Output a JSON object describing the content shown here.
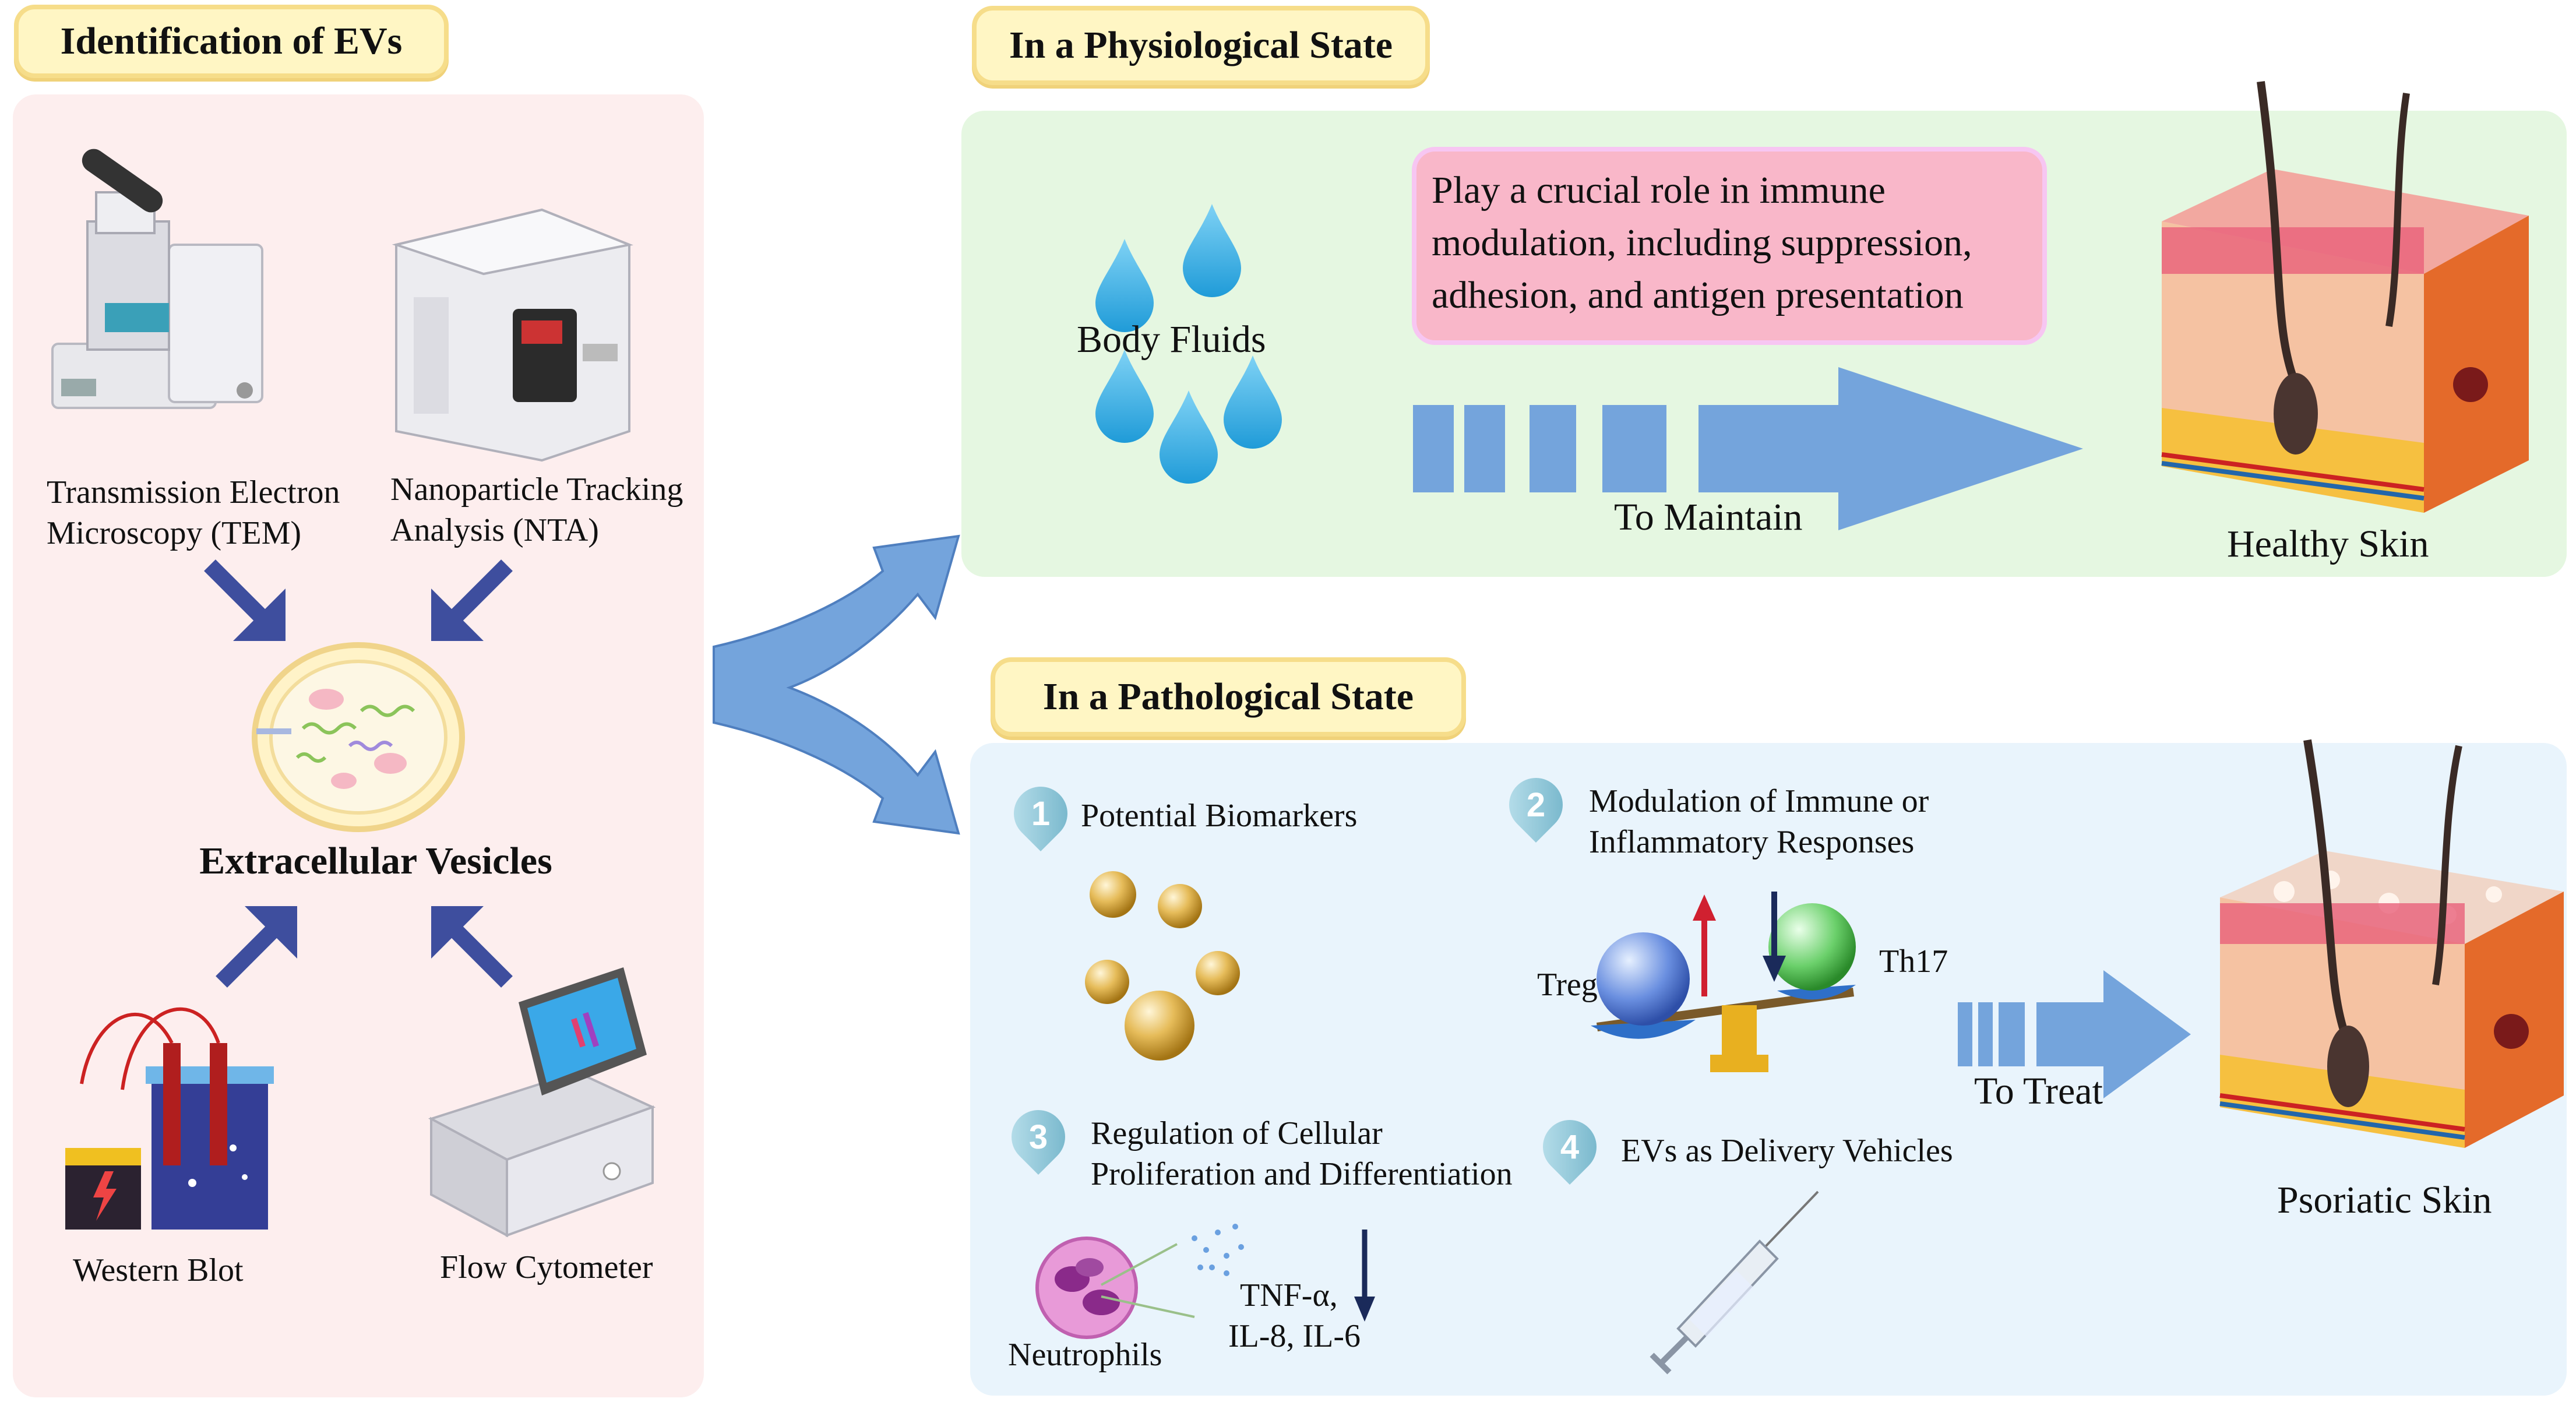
{
  "left": {
    "tag": "Identification of EVs",
    "methods": [
      {
        "line1": "Transmission Electron",
        "line2": "Microscopy (TEM)"
      },
      {
        "line1": "Nanoparticle Tracking",
        "line2": "Analysis (NTA)"
      },
      {
        "line1": "Western Blot"
      },
      {
        "line1": "Flow Cytometer"
      }
    ],
    "center": "Extracellular Vesicles"
  },
  "physio": {
    "tag": "In a Physiological State",
    "fluids": "Body Fluids",
    "role": [
      "Play a crucial role in immune",
      "modulation, including suppression,",
      "adhesion, and antigen presentation"
    ],
    "arrow_label": "To Maintain",
    "skin": "Healthy Skin"
  },
  "patho": {
    "tag": "In a Pathological State",
    "items": [
      {
        "n": "1",
        "lines": [
          "Potential Biomarkers"
        ]
      },
      {
        "n": "2",
        "lines": [
          "Modulation of Immune or",
          "Inflammatory Responses"
        ]
      },
      {
        "n": "3",
        "lines": [
          "Regulation of Cellular",
          "Proliferation and Differentiation"
        ]
      },
      {
        "n": "4",
        "lines": [
          "EVs as Delivery Vehicles"
        ]
      }
    ],
    "treg": "Treg",
    "th17": "Th17",
    "neutrophils": "Neutrophils",
    "cytokines": [
      "TNF-α,",
      "IL-8, IL-6"
    ],
    "arrow_label": "To Treat",
    "skin": "Psoriatic Skin"
  },
  "colors": {
    "arrow_blue": "#74a4dc",
    "green_panel": "#e5f7e1",
    "blue_panel": "#e9f4fc",
    "pink_panel": "#fdeeee"
  }
}
